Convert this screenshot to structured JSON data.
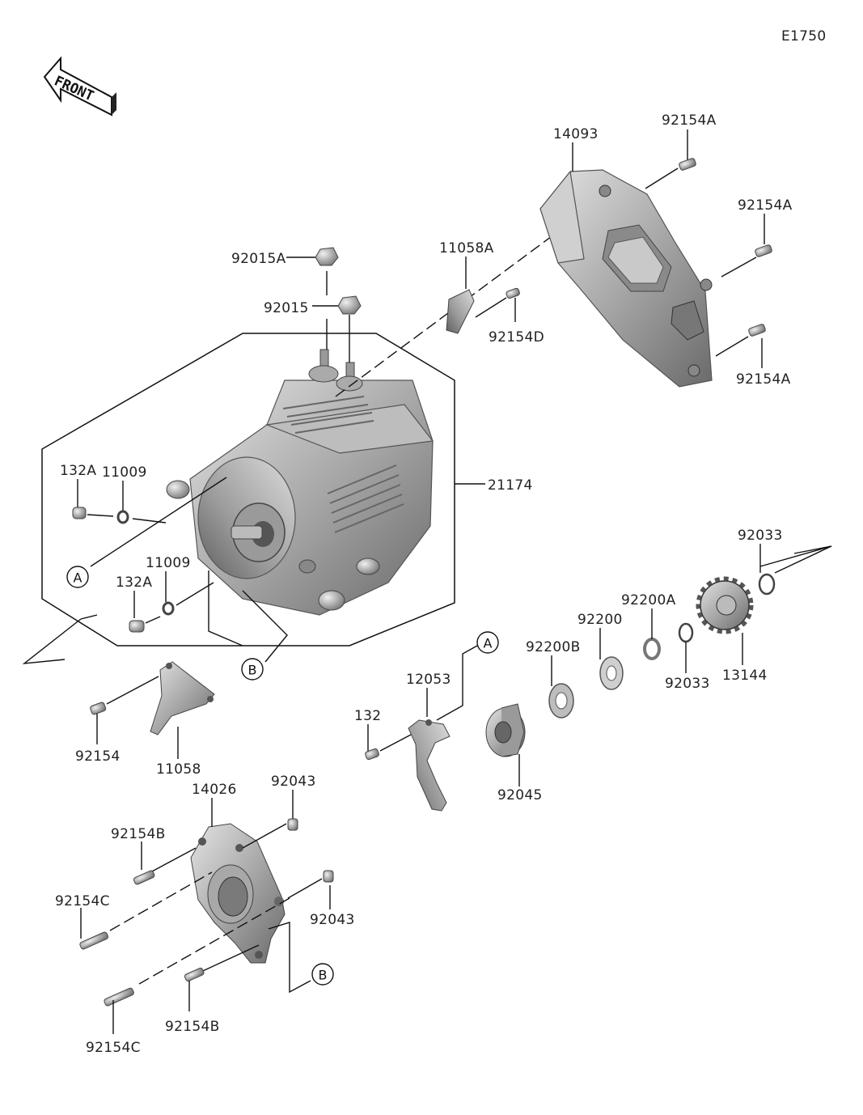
{
  "diagram_code": "E1750",
  "front_label": "FRONT",
  "parts": {
    "p14093": "14093",
    "p92154A_top": "92154A",
    "p92154A_mid": "92154A",
    "p92154A_low": "92154A",
    "p11058A": "11058A",
    "p92154D": "92154D",
    "p92015A": "92015A",
    "p92015": "92015",
    "p21174": "21174",
    "p132A_1": "132A",
    "p11009_1": "11009",
    "p11009_2": "11009",
    "p132A_2": "132A",
    "p92033_1": "92033",
    "p92200A": "92200A",
    "p92200": "92200",
    "p92200B": "92200B",
    "p92033_2": "92033",
    "p13144": "13144",
    "p12053": "12053",
    "p132": "132",
    "p92045": "92045",
    "p92154": "92154",
    "p11058": "11058",
    "p14026": "14026",
    "p92043_1": "92043",
    "p92154B_1": "92154B",
    "p92154C_1": "92154C",
    "p92043_2": "92043",
    "p92154B_2": "92154B",
    "p92154C_2": "92154C"
  },
  "refs": {
    "A1": "A",
    "A2": "A",
    "B1": "B",
    "B2": "B"
  },
  "colors": {
    "line": "#111111",
    "metal_dark": "#6e6e6e",
    "metal_mid": "#a6a6a6",
    "metal_light": "#d8d8d8"
  }
}
